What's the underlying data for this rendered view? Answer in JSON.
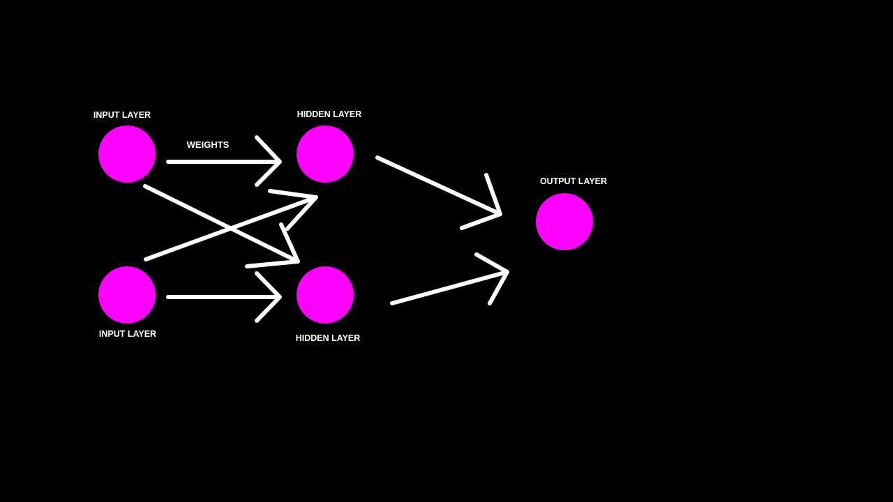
{
  "diagram": {
    "background_color": "#000000",
    "node_color": "#ff00ff",
    "arrow_color": "#ffffff",
    "label_color": "#ffffff",
    "nodes": {
      "input_1": {
        "label": "INPUT LAYER"
      },
      "input_2": {
        "label": "INPUT LAYER"
      },
      "hidden_1": {
        "label": "HIDDEN LAYER"
      },
      "hidden_2": {
        "label": "HIDDEN LAYER"
      },
      "output": {
        "label": "OUTPUT LAYER"
      }
    },
    "weights_label": "WEIGHTS"
  }
}
